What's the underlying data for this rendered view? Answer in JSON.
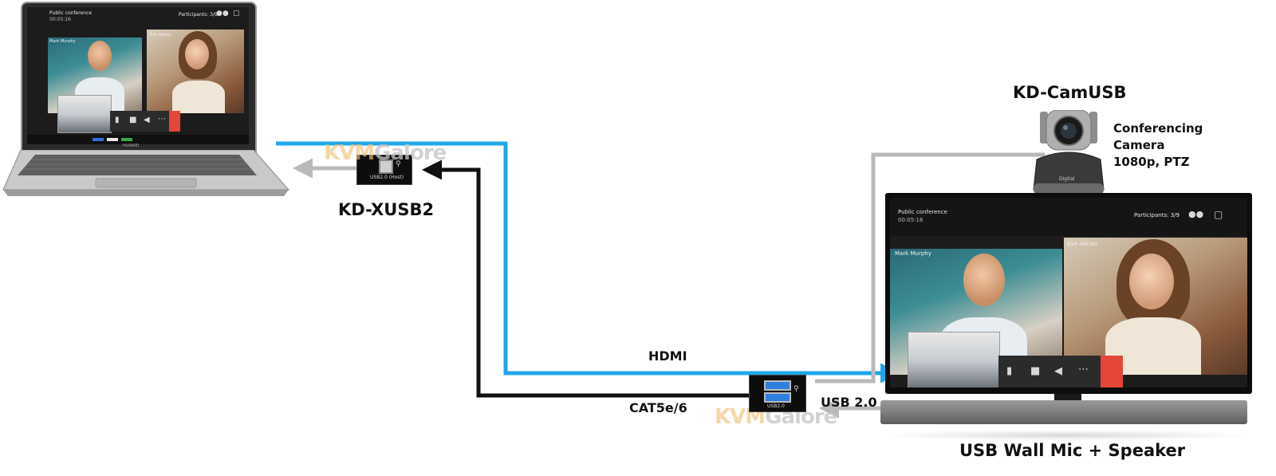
{
  "devices": {
    "extender_host": {
      "name": "KD-XUSB2",
      "panel_text": "USB2.0 (Host)"
    },
    "extender_remote": {
      "panel_text": "USB2.0"
    },
    "camera": {
      "name": "KD-CamUSB",
      "desc_line1": "Conferencing",
      "desc_line2": "Camera",
      "desc_line3": "1080p, PTZ",
      "body_text": "Digital"
    },
    "soundbar": {
      "name": "USB Wall Mic + Speaker"
    }
  },
  "connections": {
    "hdmi": "HDMI",
    "cat": "CAT5e/6",
    "usb": "USB 2.0"
  },
  "colors": {
    "hdmi": "#1ea7e8",
    "cat": "#111111",
    "usb": "#b9b9b9",
    "end_call": "#e5463a"
  },
  "watermark": {
    "part1": "KVM",
    "part2": "Galore"
  },
  "conference_ui": {
    "title": "Public conference",
    "subtitle": "00:05:16",
    "participants": "Participants: 3/9",
    "name_left": "Mark Murphy",
    "name_right": "Eve Adrian",
    "icons": [
      "mic-icon",
      "camera-icon",
      "speaker-icon",
      "more-icon",
      "end-call-icon"
    ]
  },
  "laptop": {
    "brand": "HUAWEI"
  }
}
